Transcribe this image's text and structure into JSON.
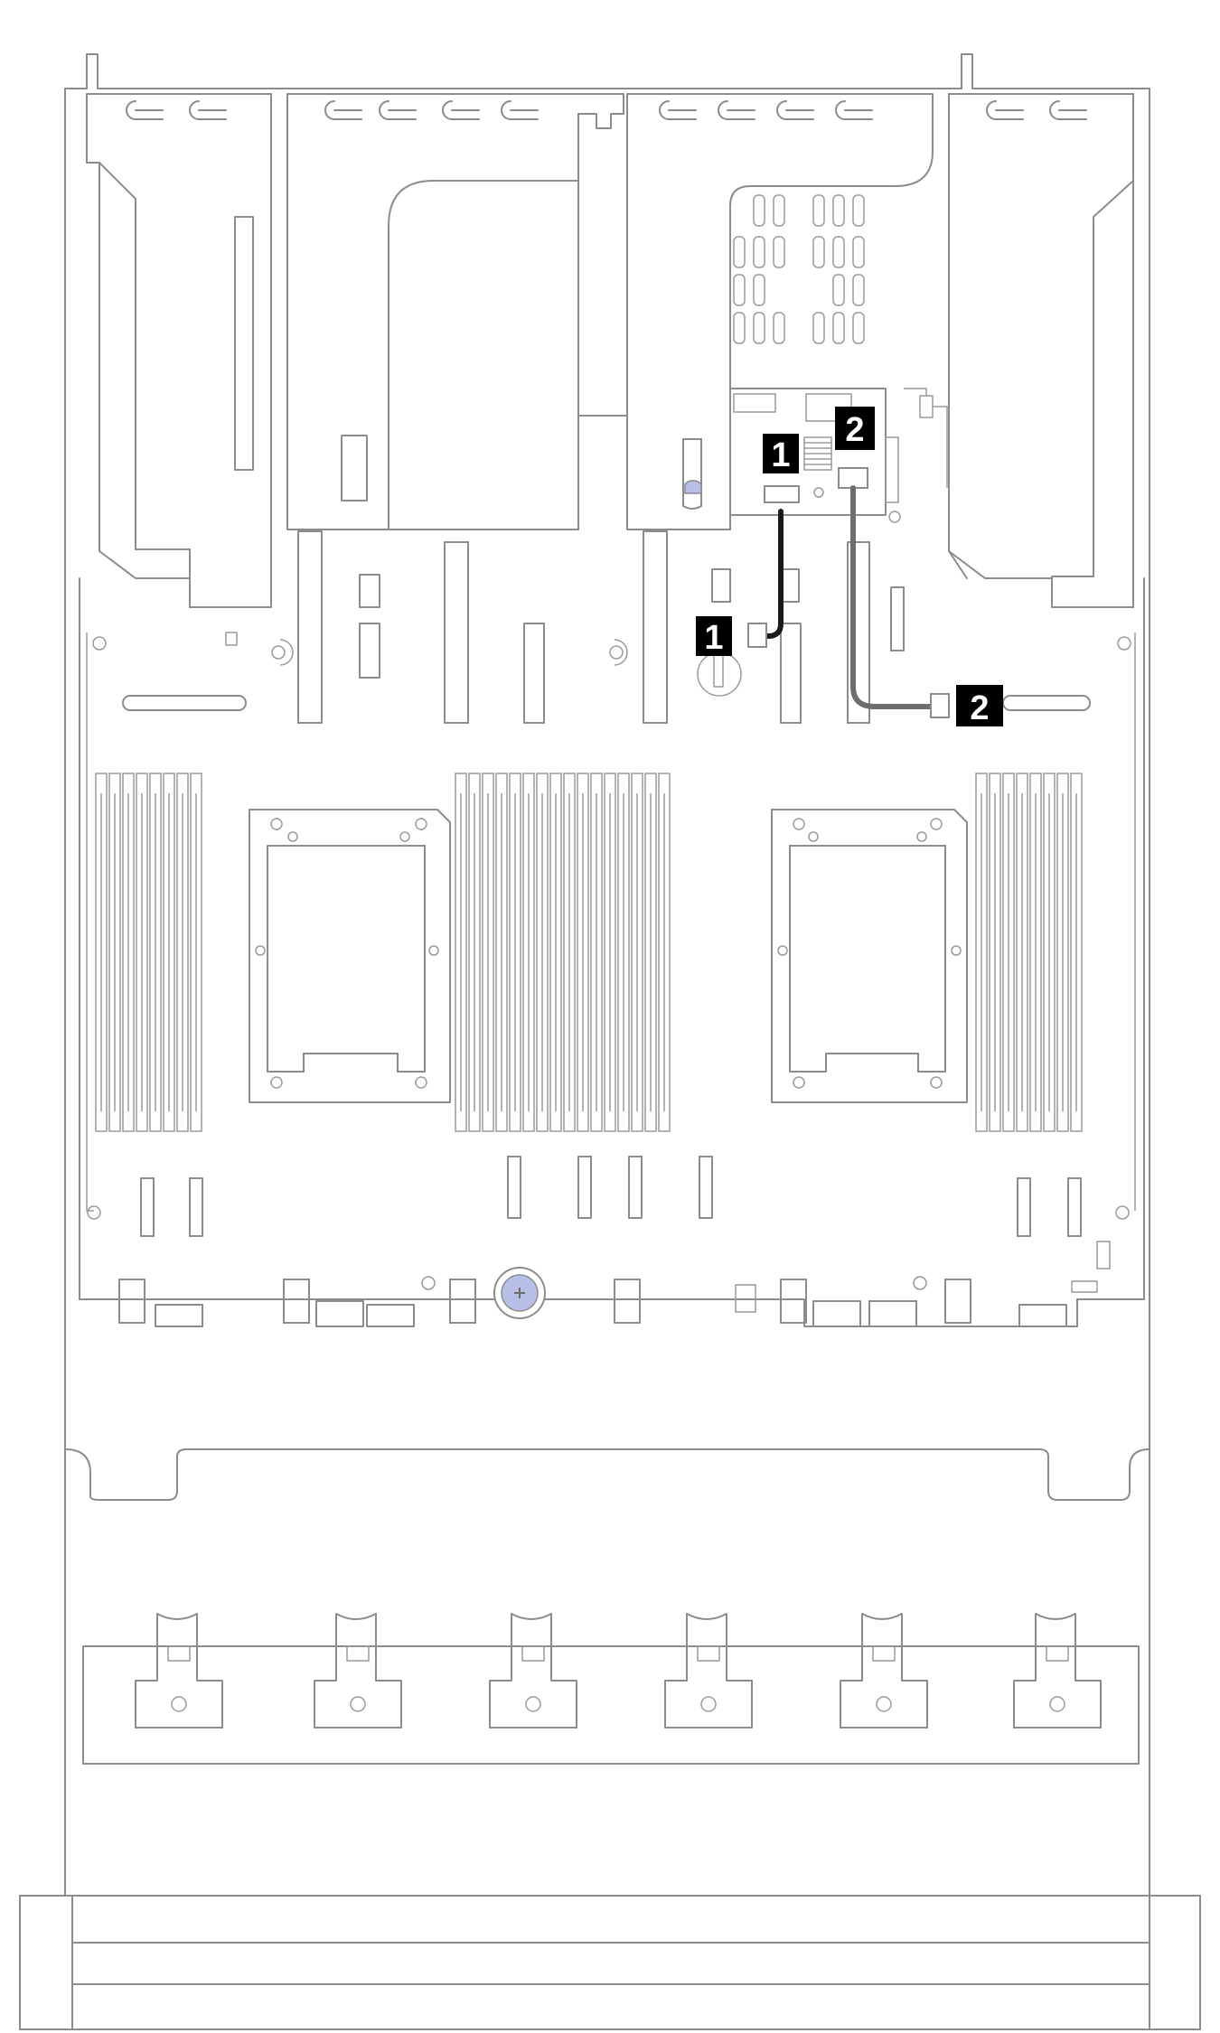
{
  "callouts": [
    {
      "id": "1",
      "label": "1"
    },
    {
      "id": "1b",
      "label": "1"
    },
    {
      "id": "2",
      "label": "2"
    },
    {
      "id": "2b",
      "label": "2"
    }
  ],
  "colors": {
    "line": "#8c8c8c",
    "cable_1": "#1a1a1a",
    "cable_2": "#6e6e6e",
    "callout_bg": "#000000",
    "callout_fg": "#ffffff",
    "accent_blue": "#b8bfe6"
  }
}
